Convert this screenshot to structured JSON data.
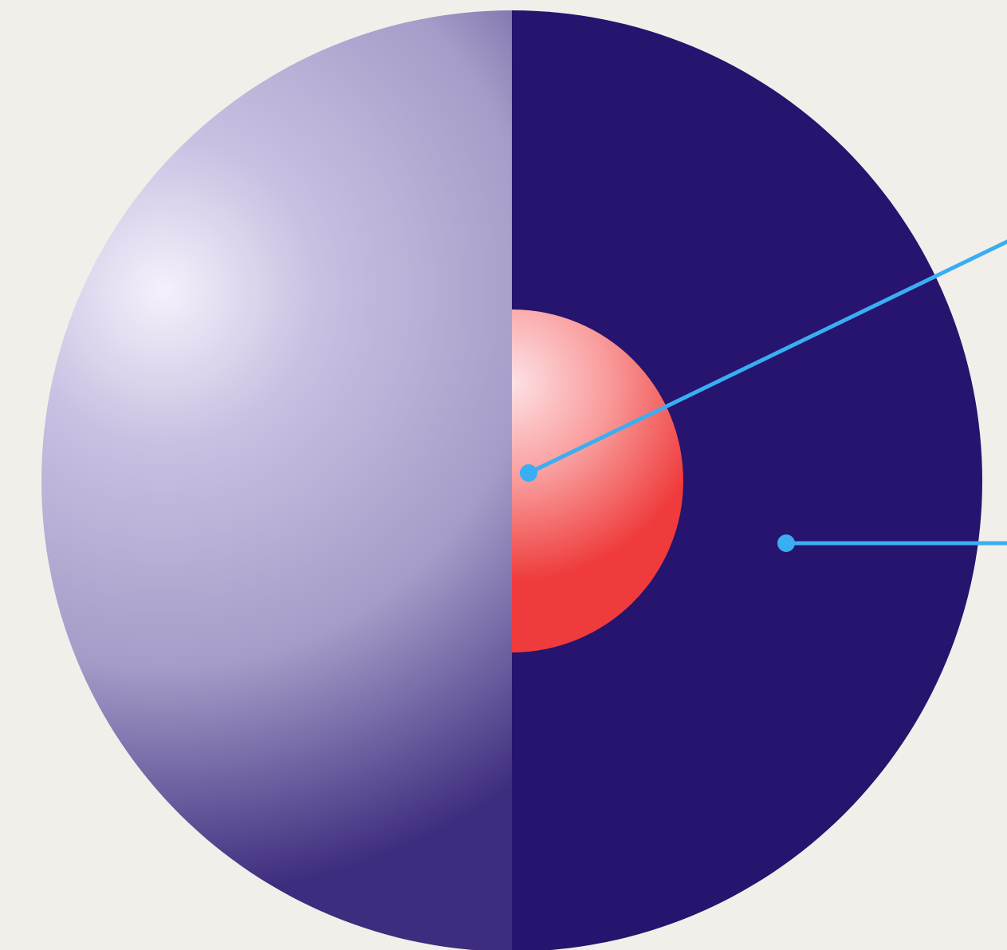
{
  "diagram": {
    "parts": [
      {
        "id": "outer-sphere",
        "shape": "cutaway-sphere"
      },
      {
        "id": "inner-core",
        "shape": "half-sphere"
      }
    ],
    "callouts": [
      {
        "id": "callout-core",
        "points_to": "inner-core",
        "label": ""
      },
      {
        "id": "callout-shell",
        "points_to": "outer-sphere",
        "label": ""
      }
    ],
    "colors": {
      "background": "#f2efea",
      "sphere_cut_face": "#26146e",
      "sphere_highlight": "#f4f1fb",
      "sphere_mid": "#a59cc8",
      "sphere_shadow": "#3e2c7e",
      "core_highlight": "#fde2e6",
      "core_mid": "#f99a9a",
      "core_shadow": "#ef3b3b",
      "callout_line": "#3aaef2"
    }
  }
}
